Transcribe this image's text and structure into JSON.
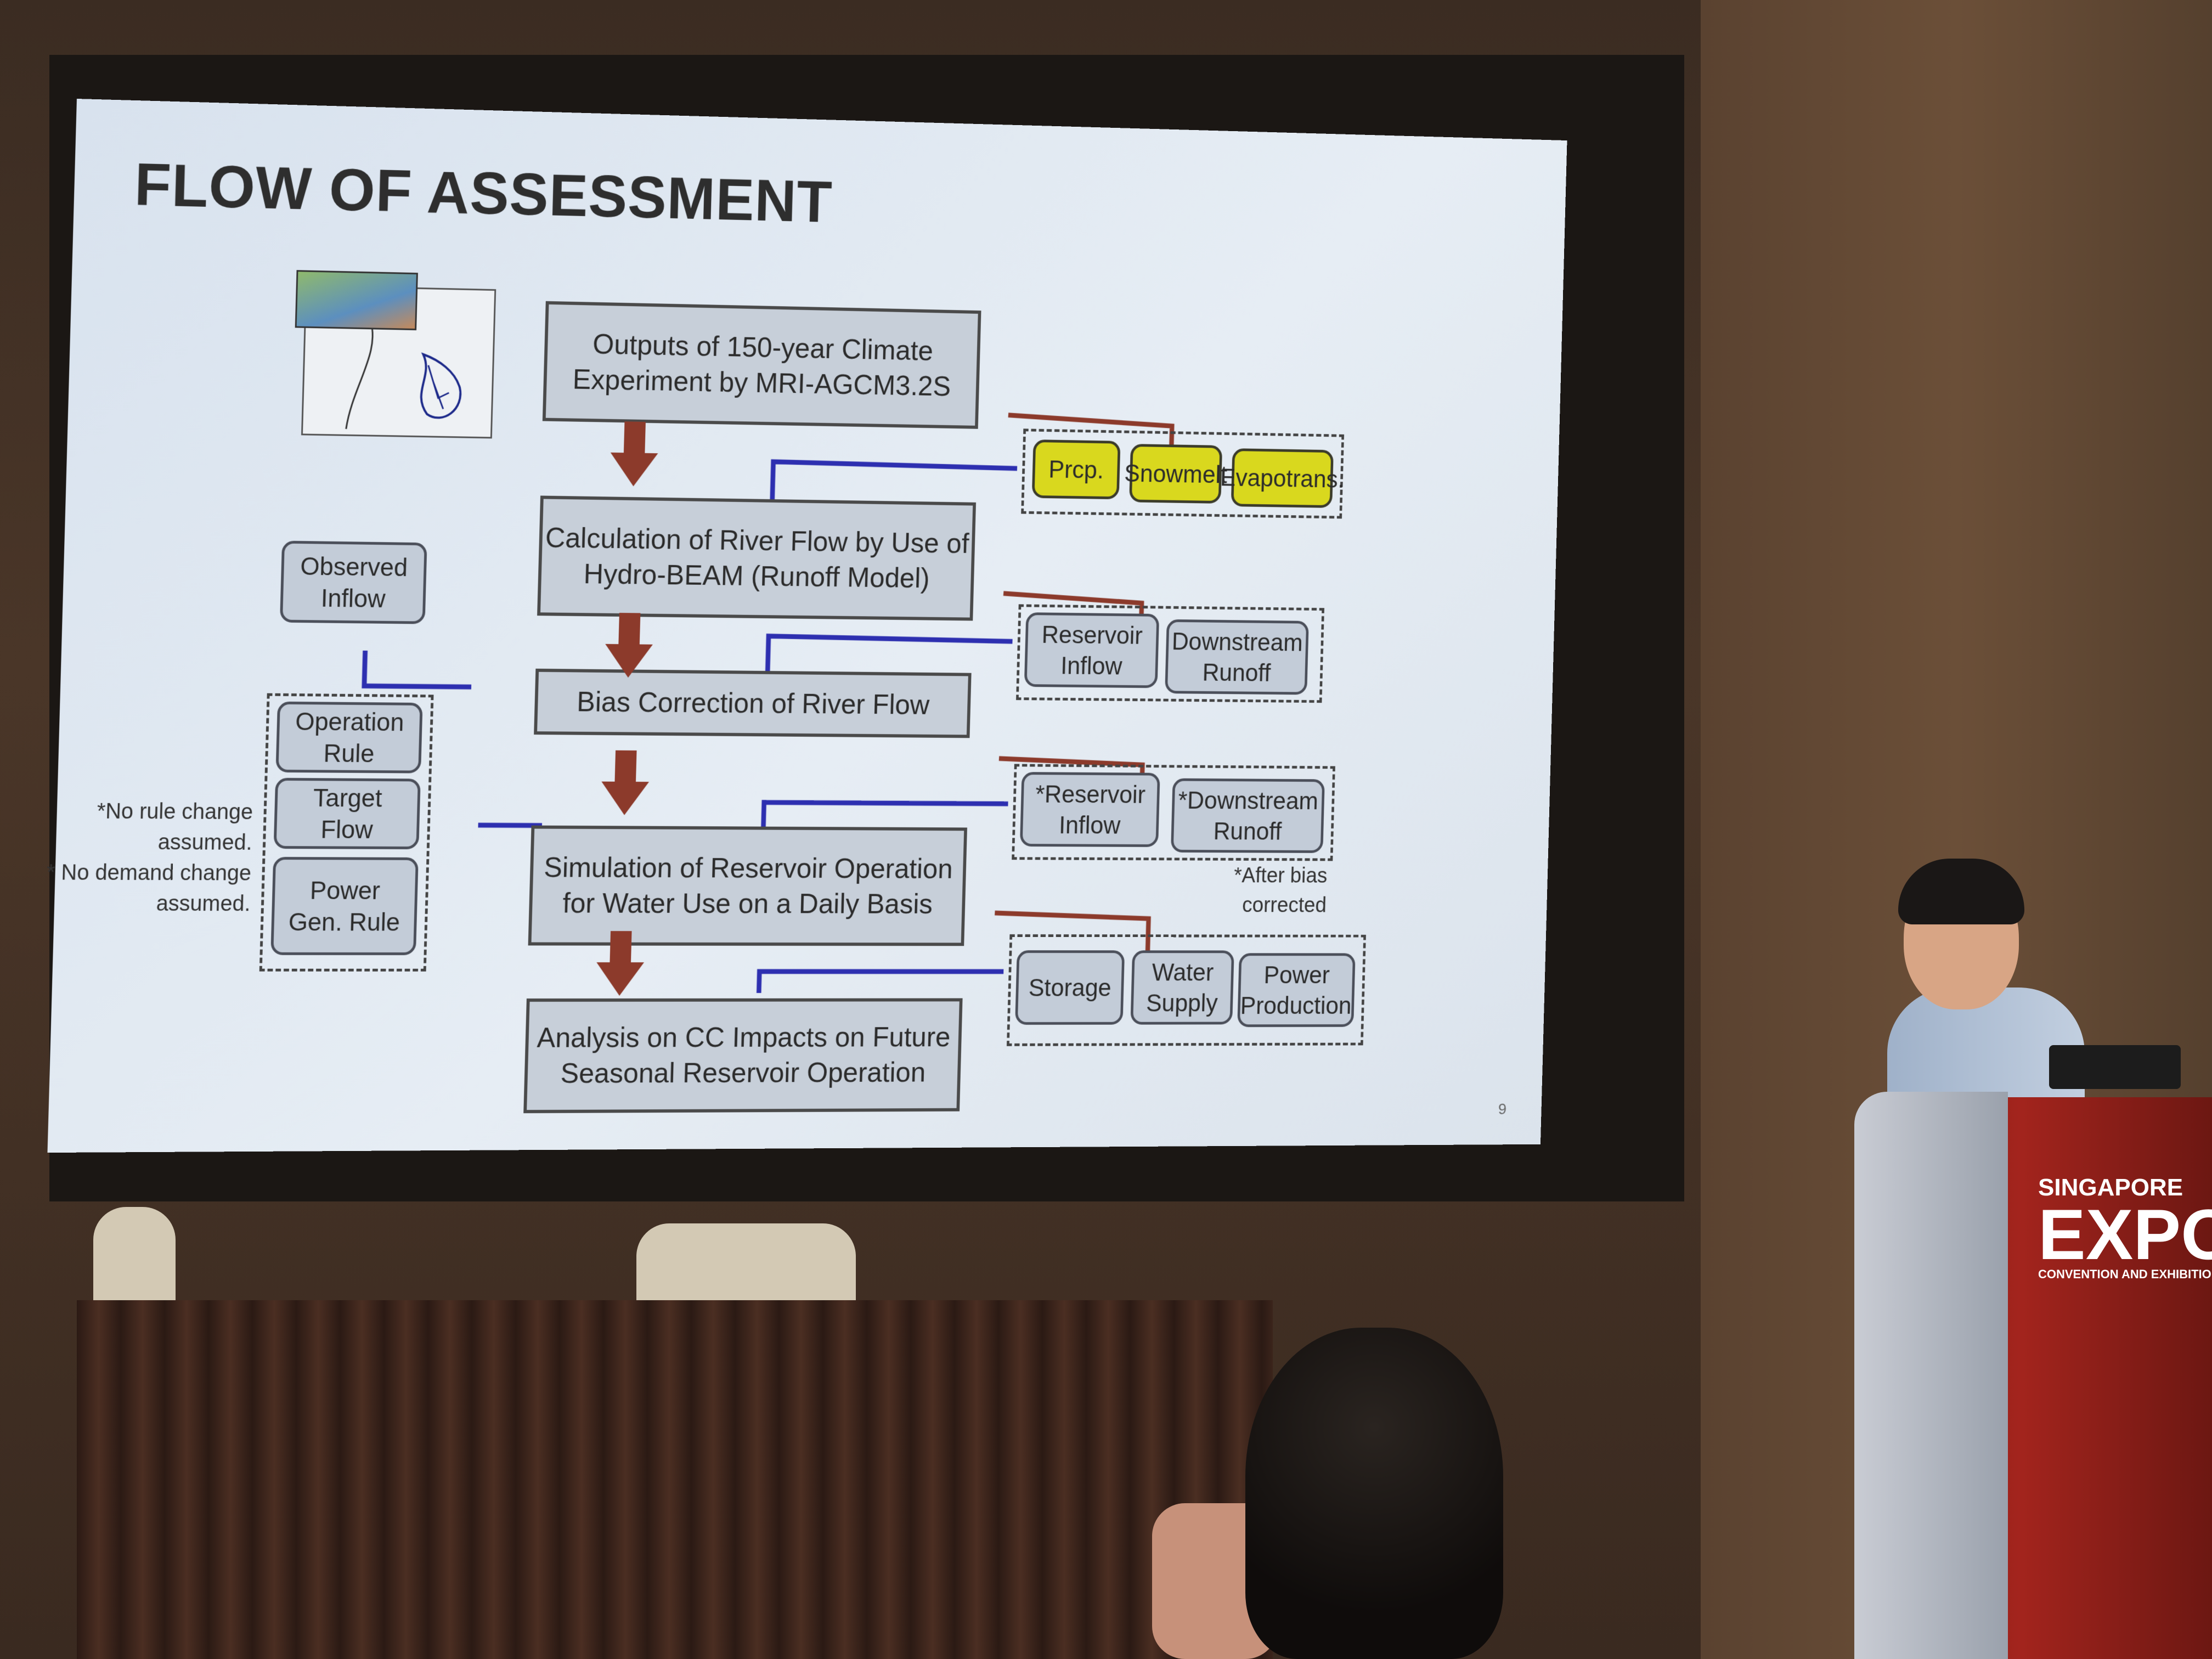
{
  "slide": {
    "title": "FLOW OF ASSESSMENT",
    "page_number": "9",
    "main_flow": [
      {
        "line1": "Outputs of 150-year Climate",
        "line2": "Experiment by MRI-AGCM3.2S"
      },
      {
        "line1": "Calculation of River Flow by Use of",
        "line2": "Hydro-BEAM (Runoff Model)"
      },
      {
        "line1": "Bias Correction of River Flow",
        "line2": ""
      },
      {
        "line1": "Simulation of Reservoir Operation",
        "line2": "for Water Use on a Daily Basis"
      },
      {
        "line1": "Analysis on CC Impacts on Future",
        "line2": "Seasonal Reservoir Operation"
      }
    ],
    "observed_inflow": {
      "line1": "Observed",
      "line2": "Inflow"
    },
    "climate_outputs": [
      "Prcp.",
      "Snowmelt",
      "Evapotrans."
    ],
    "runoff_outputs": [
      {
        "line1": "Reservoir",
        "line2": "Inflow"
      },
      {
        "line1": "Downstream",
        "line2": "Runoff"
      }
    ],
    "bias_outputs": [
      {
        "line1": "*Reservoir",
        "line2": "Inflow"
      },
      {
        "line1": "*Downstream",
        "line2": "Runoff"
      }
    ],
    "bias_note": "*After bias corrected",
    "rules": [
      {
        "line1": "Operation",
        "line2": "Rule"
      },
      {
        "line1": "Target",
        "line2": "Flow"
      },
      {
        "line1": "Power",
        "line2": "Gen. Rule"
      }
    ],
    "assumption_notes": [
      "*No rule change",
      "assumed.",
      "* No demand change",
      "assumed."
    ],
    "simulation_outputs": [
      {
        "line1": "Storage",
        "line2": ""
      },
      {
        "line1": "Water",
        "line2": "Supply"
      },
      {
        "line1": "Power",
        "line2": "Production"
      }
    ]
  },
  "podium": {
    "logo_line1": "SINGAPORE",
    "logo_line2": "EXPO",
    "logo_line3": "CONVENTION AND EXHIBITION"
  },
  "colors": {
    "arrow_brown": "#8c3a2b",
    "arrow_blue": "#2d2fb0",
    "box_fill": "#c7cfd9",
    "yellow": "#d9d81e",
    "podium_red": "#a3241d"
  }
}
